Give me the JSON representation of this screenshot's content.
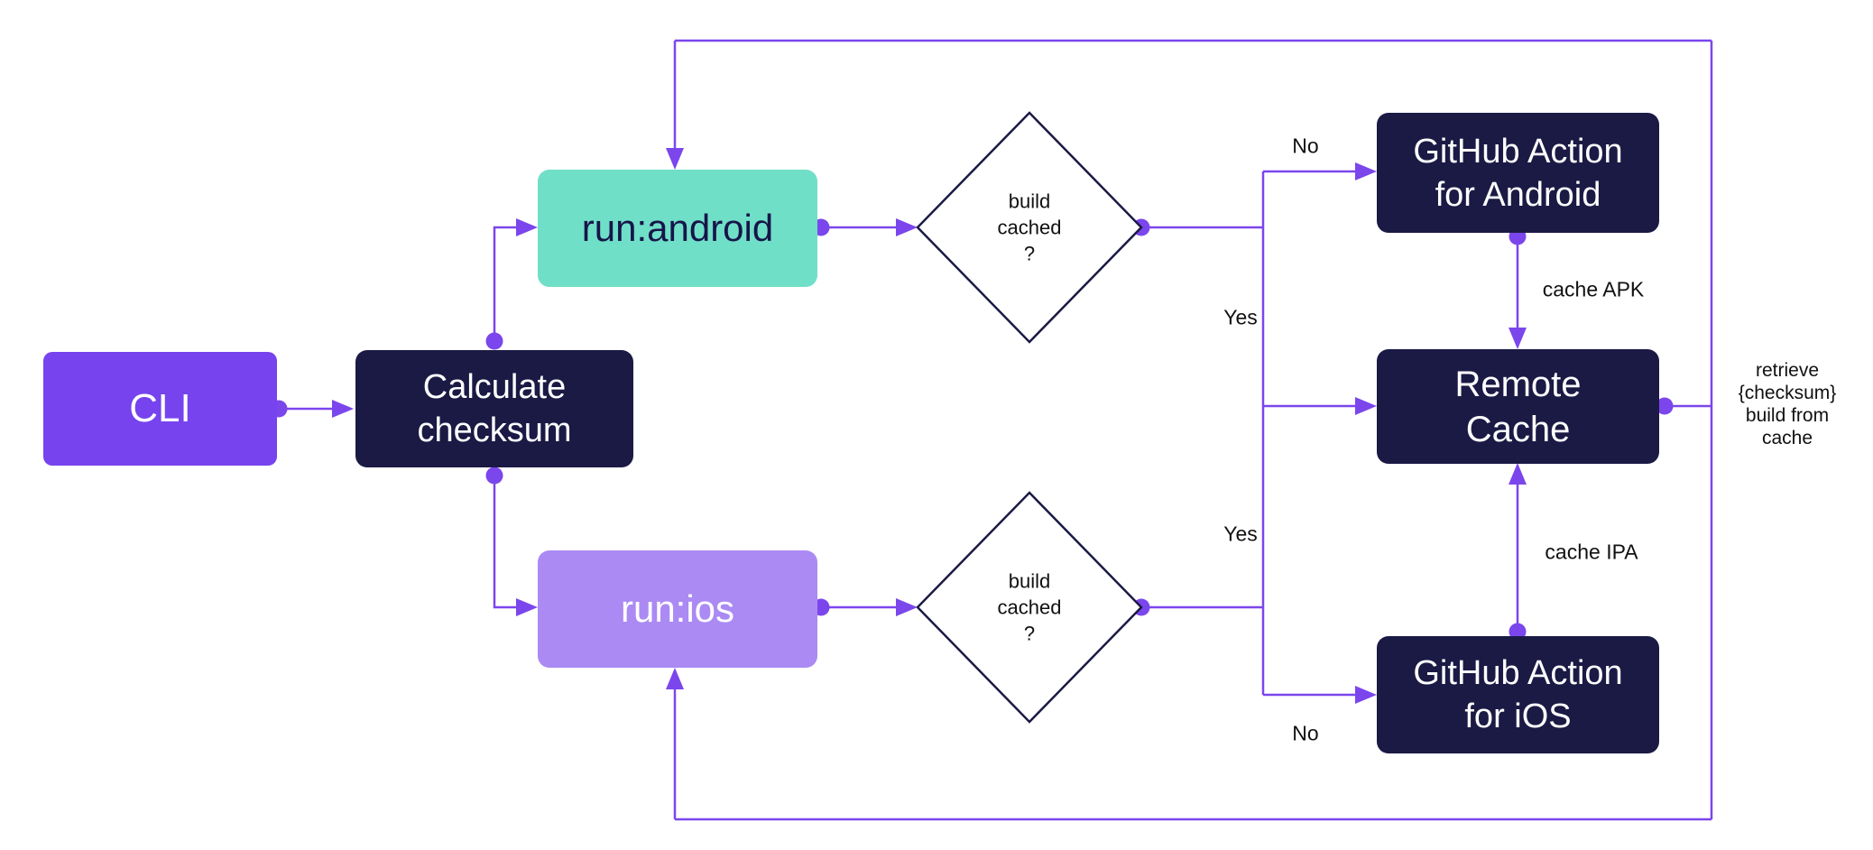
{
  "colors": {
    "background": "#ffffff",
    "edge": "#7b46ec",
    "node_purple": "#7643ee",
    "node_teal": "#70dfc7",
    "node_light_purple": "#ab8af3",
    "node_navy": "#1b1a45",
    "text_light": "#ffffff",
    "text_dark": "#16154a",
    "label_text": "#111111"
  },
  "nodes": {
    "cli": {
      "label": "CLI"
    },
    "calculate_checksum": {
      "label": "Calculate\nchecksum"
    },
    "run_android": {
      "label": "run:android"
    },
    "run_ios": {
      "label": "run:ios"
    },
    "decision_android": {
      "label": "build\ncached\n?"
    },
    "decision_ios": {
      "label": "build\ncached\n?"
    },
    "github_action_android": {
      "label": "GitHub Action\nfor Android"
    },
    "remote_cache": {
      "label": "Remote\nCache"
    },
    "github_action_ios": {
      "label": "GitHub Action\nfor iOS"
    }
  },
  "edge_labels": {
    "no_android": "No",
    "yes_android": "Yes",
    "yes_ios": "Yes",
    "no_ios": "No",
    "cache_apk": "cache APK",
    "cache_ipa": "cache IPA",
    "retrieve_from_cache": "retrieve\n{checksum}\nbuild from\ncache"
  }
}
